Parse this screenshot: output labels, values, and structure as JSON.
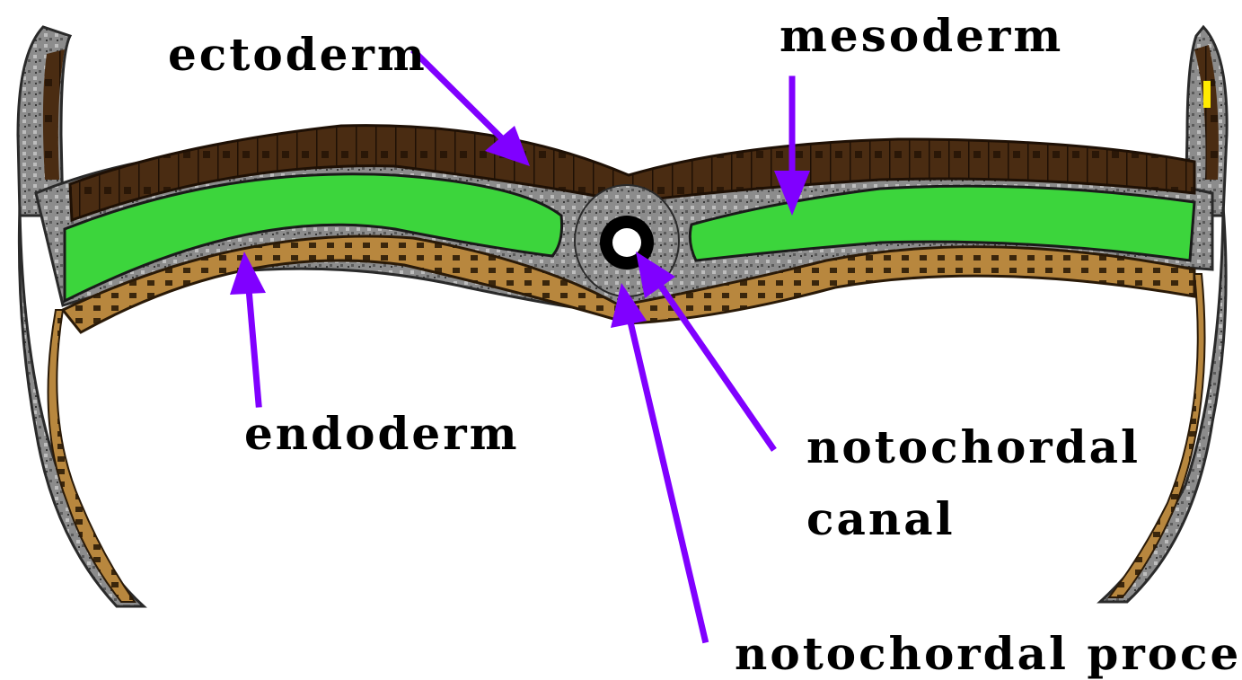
{
  "labels": {
    "ectoderm": "ectoderm",
    "mesoderm": "mesoderm",
    "endoderm": "endoderm",
    "notochordal_canal_line1": "notochordal",
    "notochordal_canal_line2": "canal",
    "notochordal_process": "notochordal process"
  },
  "colors": {
    "ectoderm": "#4a2c12",
    "ectoderm_cells": "#2a1707",
    "mesoderm": "#3cd53c",
    "endoderm": "#b8873e",
    "endoderm_cells": "#3a260c",
    "tissue_grey": "#8c8c8c",
    "tissue_grey_light": "#bdbdbd",
    "arrow": "#8000ff",
    "canal_ring": "#000000",
    "canal_lumen": "#ffffff"
  }
}
